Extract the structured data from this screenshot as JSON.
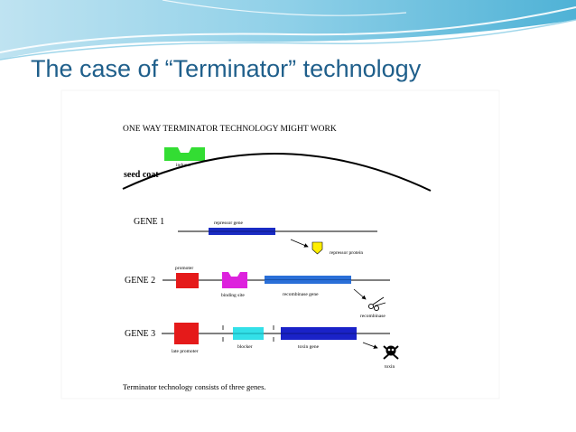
{
  "slide": {
    "title": "The case of “Terminator” technology"
  },
  "figure": {
    "heading": "ONE WAY TERMINATOR TECHNOLOGY MIGHT WORK",
    "inducer_label": "inducer",
    "seed_coat_label": "seed coat",
    "gene1": {
      "label": "GENE 1",
      "repressor_gene_label": "repressor gene",
      "repressor_protein_label": "repressor protein"
    },
    "gene2": {
      "label": "GENE 2",
      "promoter_label": "promoter",
      "binding_site_label": "binding site",
      "recombinase_gene_label": "recombinase gene",
      "recombinase_label": "recombinase"
    },
    "gene3": {
      "label": "GENE 3",
      "late_promoter_label": "late promoter",
      "blocker_label": "blocker",
      "toxin_gene_label": "toxin gene",
      "toxin_label": "toxin"
    },
    "caption": "Terminator technology consists of three genes."
  },
  "colors": {
    "title": "#1f5f8b",
    "inducer": "#33dd33",
    "repressor_gene": "#1a2cc4",
    "repressor_protein": "#ffee00",
    "promoter": "#e51a1a",
    "binding_site": "#dd22dd",
    "recombinase_gene": "#2a6fd8",
    "blocker": "#33e0e8",
    "toxin_gene": "#1a22c8"
  }
}
